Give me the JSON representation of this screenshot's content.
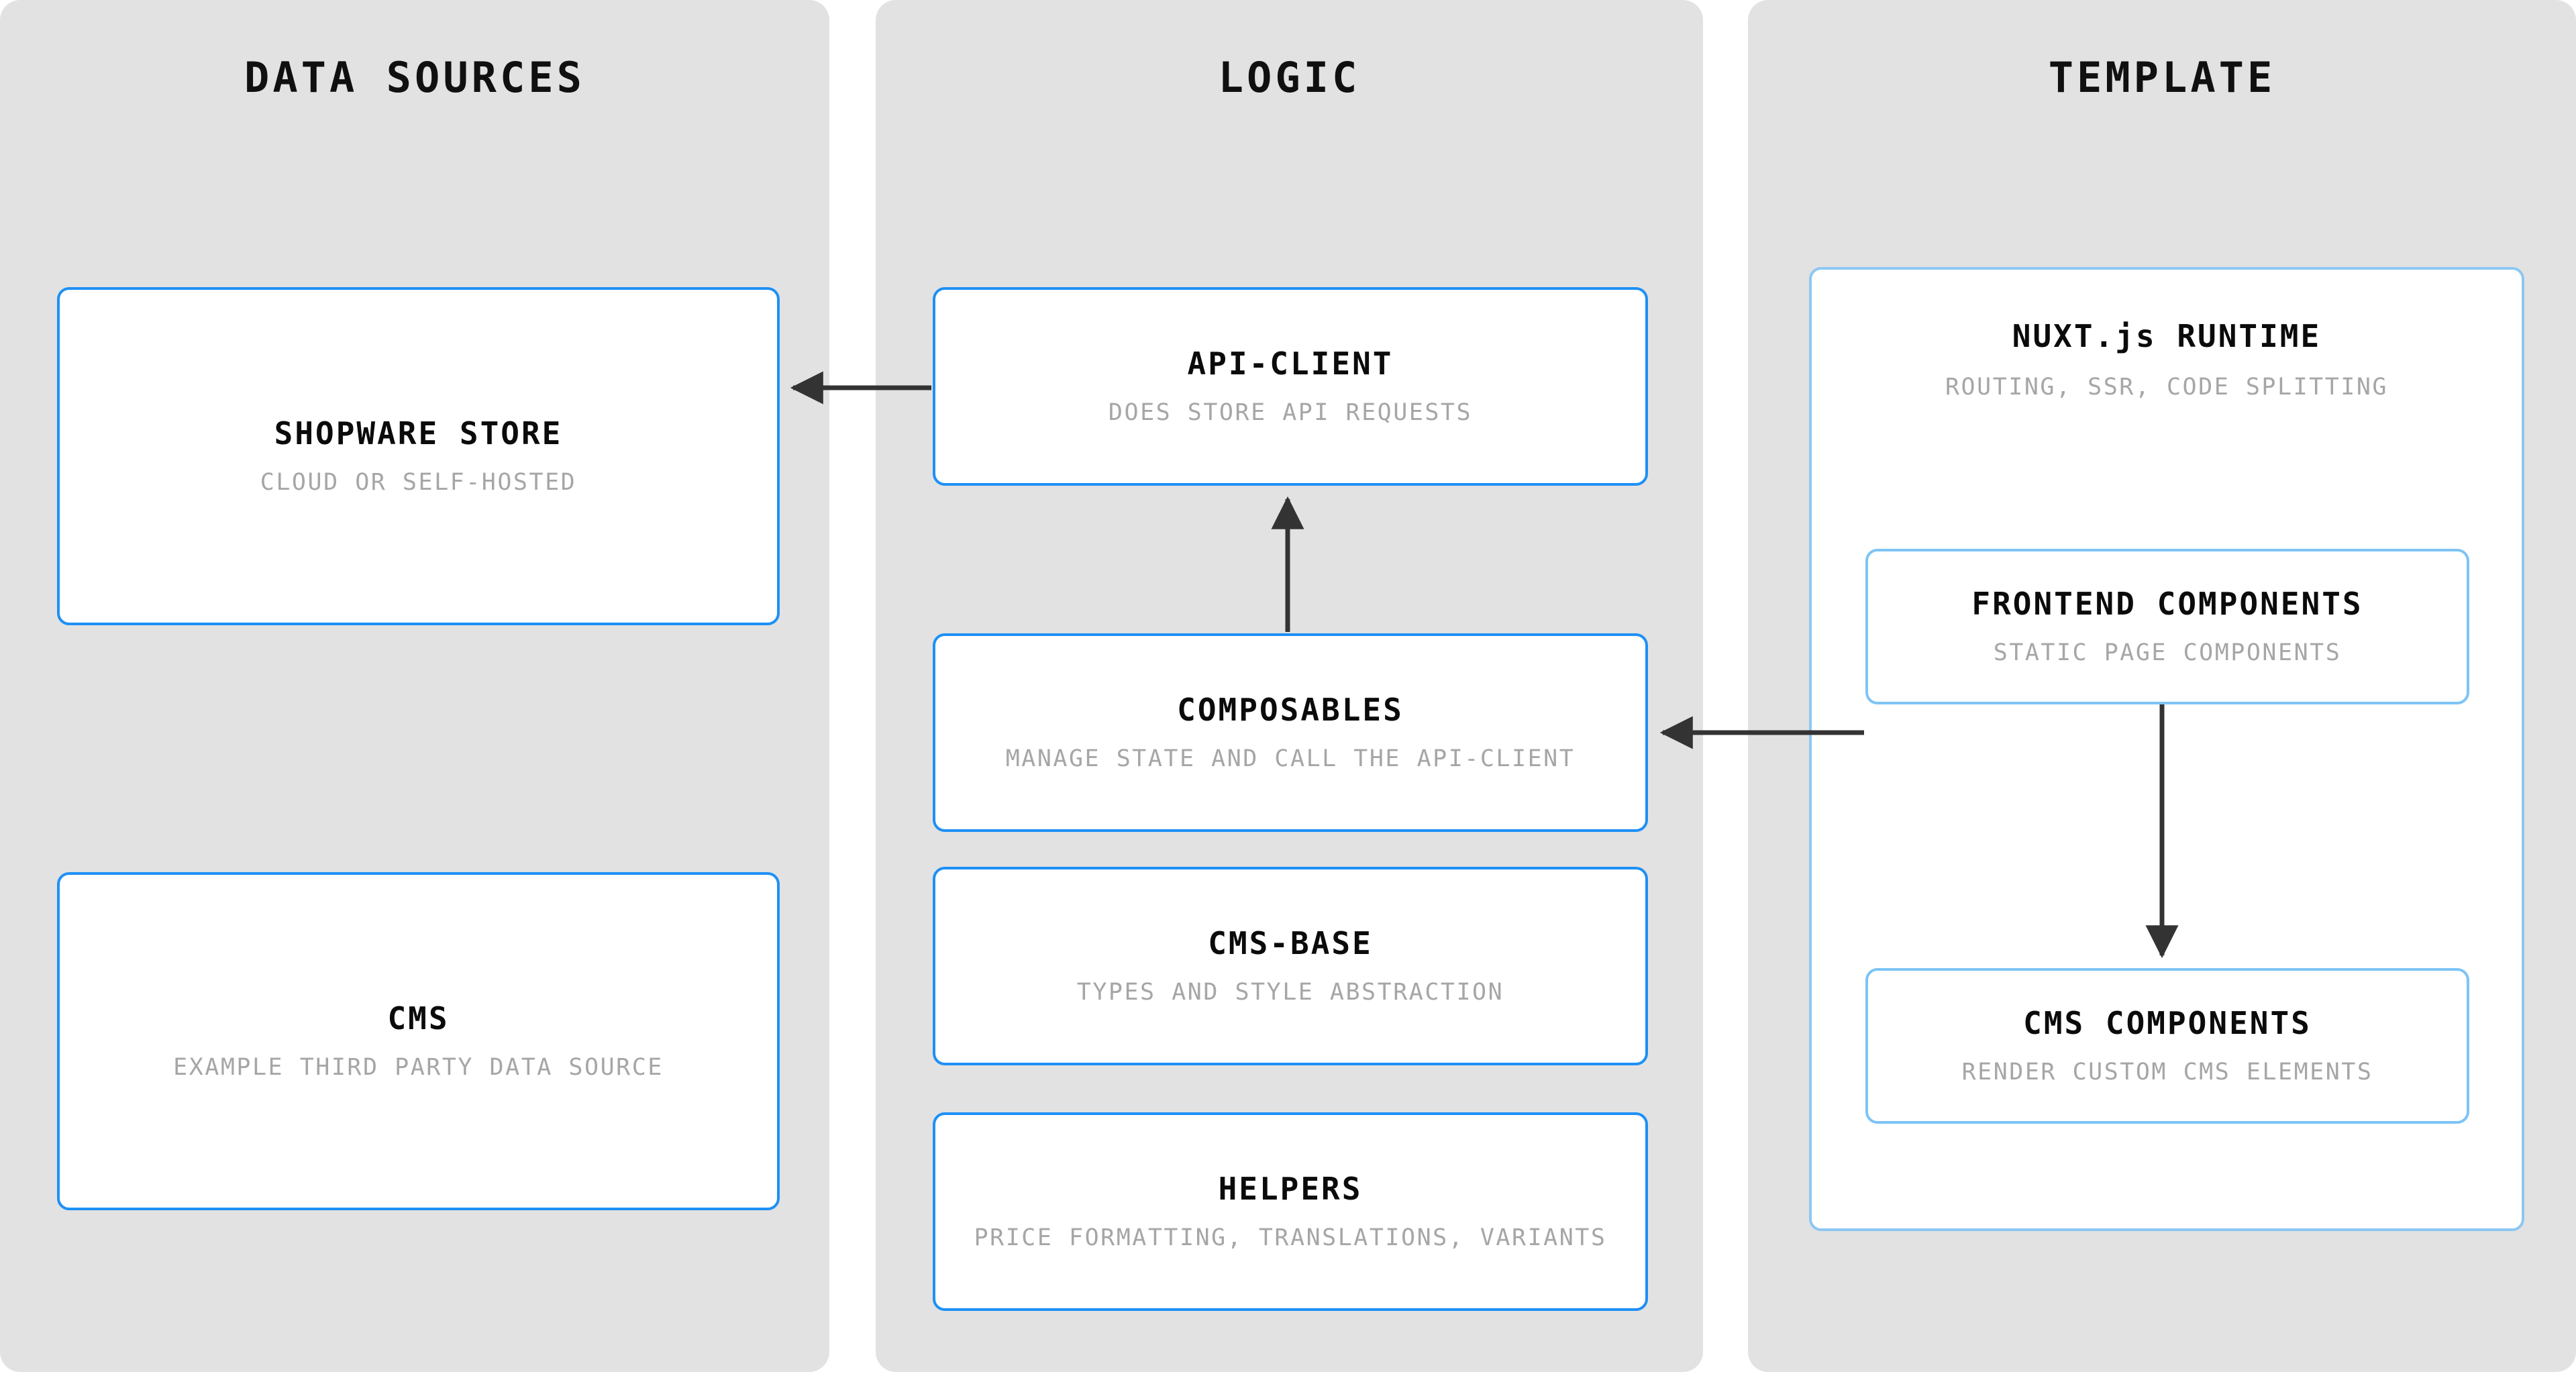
{
  "diagram": {
    "type": "architecture-flow",
    "background": "#ffffff",
    "panel_background": "#e2e2e2",
    "accent_color": "#1e90f5",
    "nested_accent_color": "#7dc4f5",
    "arrow_color": "#333333",
    "subtitle_color": "#a6a6a6",
    "title_color": "#0b0b0b"
  },
  "columns": [
    {
      "id": "data-sources",
      "title": "DATA SOURCES"
    },
    {
      "id": "logic",
      "title": "LOGIC"
    },
    {
      "id": "template",
      "title": "TEMPLATE"
    }
  ],
  "nodes": {
    "shopware_store": {
      "title": "SHOPWARE STORE",
      "subtitle": "CLOUD OR SELF-HOSTED"
    },
    "cms": {
      "title": "CMS",
      "subtitle": "EXAMPLE THIRD PARTY DATA SOURCE"
    },
    "api_client": {
      "title": "API-CLIENT",
      "subtitle": "DOES STORE API REQUESTS"
    },
    "composables": {
      "title": "COMPOSABLES",
      "subtitle": "MANAGE STATE AND CALL THE API-CLIENT"
    },
    "cms_base": {
      "title": "CMS-BASE",
      "subtitle": "TYPES AND STYLE ABSTRACTION"
    },
    "helpers": {
      "title": "HELPERS",
      "subtitle": "PRICE FORMATTING, TRANSLATIONS, VARIANTS"
    },
    "nuxt_runtime": {
      "title": "NUXT.js RUNTIME",
      "subtitle": "ROUTING, SSR, CODE SPLITTING"
    },
    "frontend_components": {
      "title": "FRONTEND COMPONENTS",
      "subtitle": "STATIC PAGE COMPONENTS"
    },
    "cms_components": {
      "title": "CMS COMPONENTS",
      "subtitle": "RENDER CUSTOM CMS ELEMENTS"
    }
  },
  "edges": [
    {
      "id": "api-client-to-shopware-store",
      "from": "api_client",
      "to": "shopware_store",
      "direction": "left"
    },
    {
      "id": "composables-to-api-client",
      "from": "composables",
      "to": "api_client",
      "direction": "up"
    },
    {
      "id": "frontend-components-to-composables",
      "from": "frontend_components",
      "to": "composables",
      "direction": "left"
    },
    {
      "id": "frontend-components-to-cms-components",
      "from": "frontend_components",
      "to": "cms_components",
      "direction": "down"
    }
  ]
}
